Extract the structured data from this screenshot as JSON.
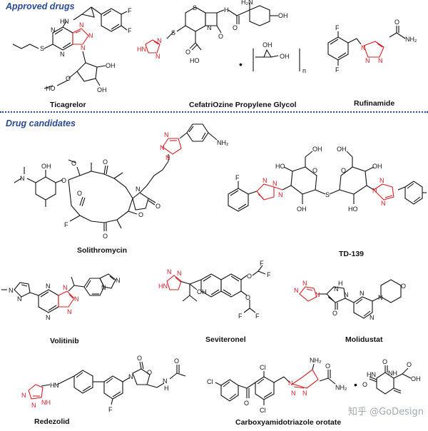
{
  "sections": {
    "approved": "Approved drugs",
    "candidates": "Drug candidates"
  },
  "drugs": {
    "ticagrelor": "Ticagrelor",
    "cefatrizine": "CefatriOzine Propylene Glycol",
    "rufinamide": "Rufinamide",
    "solithromycin": "Solithromycin",
    "td139": "TD-139",
    "volitinib": "Volitinib",
    "seviteronel": "Seviteronel",
    "molidustat": "Molidustat",
    "redezolid": "Redezolid",
    "carboxyamidotriazole": "Carboxyamidotriazole orotate"
  },
  "atoms": {
    "N": "N",
    "NH": "NH",
    "HN": "HN",
    "H": "H",
    "O": "O",
    "S": "S",
    "F": "F",
    "Cl": "Cl",
    "OH": "OH",
    "HO": "HO",
    "NH2": "NH₂",
    "H2N": "H₂N",
    "n": "n",
    "bullet": "•"
  },
  "watermark": "知乎 @GoDesign",
  "colors": {
    "section": "#2a4a8f",
    "triazole": "#d0202a",
    "ink": "#111111"
  }
}
